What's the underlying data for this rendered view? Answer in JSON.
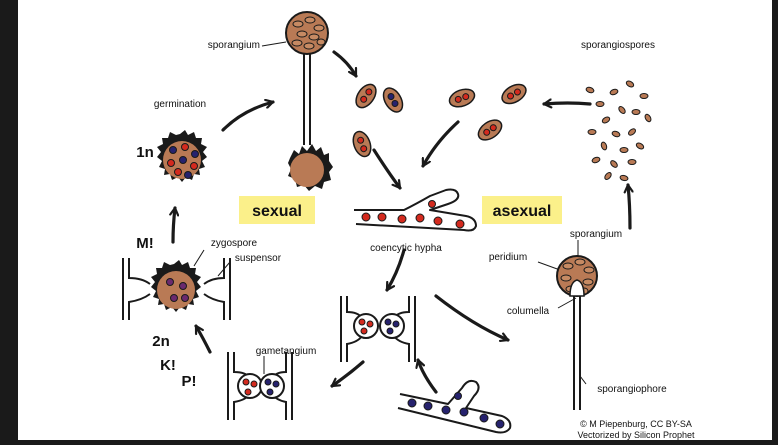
{
  "labels": {
    "sporangium_top": "sporangium",
    "sporangiospores": "sporangiospores",
    "germination": "germination",
    "ploidy_1n": "1n",
    "sexual": "sexual",
    "asexual": "asexual",
    "meiosis": "M!",
    "zygospore": "zygospore",
    "suspensor": "suspensor",
    "coenocytic_hypha": "coencytic hypha",
    "sporangium_right": "sporangium",
    "peridium": "peridium",
    "columella": "columella",
    "ploidy_2n": "2n",
    "karyogamy": "K!",
    "plasmogamy": "P!",
    "gametangium": "gametangium",
    "sporangiophore": "sporangiophore"
  },
  "credits": {
    "line1": "© M Piepenburg, CC BY-SA",
    "line2": "Vectorized by Silicon Prophet"
  },
  "colors": {
    "spore": "#b97a55",
    "nucleus_plus": "#d42a1e",
    "nucleus_minus": "#26226e",
    "label_box": "#fbf08a"
  }
}
